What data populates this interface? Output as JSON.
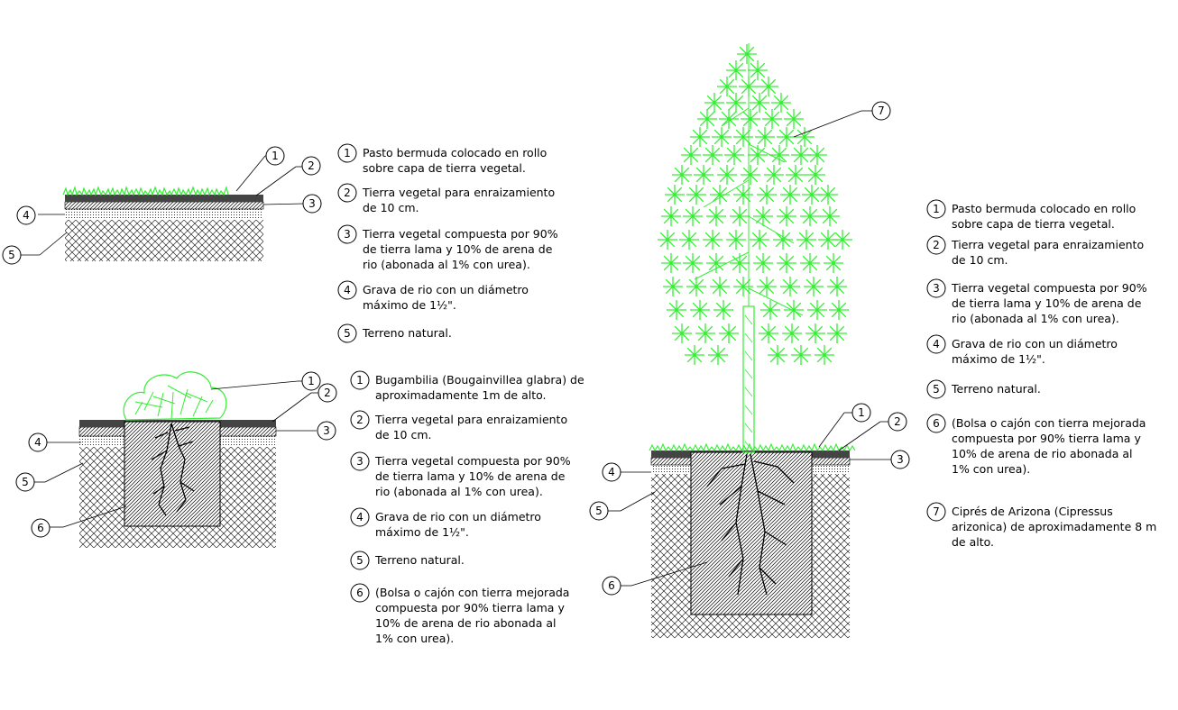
{
  "colors": {
    "vegetation": "#33ee33",
    "ink": "#000000",
    "background": "#ffffff"
  },
  "detail_a": {
    "callouts": [
      "1",
      "2",
      "3",
      "4",
      "5"
    ],
    "legend": [
      {
        "num": "1",
        "lines": [
          "Pasto bermuda colocado en rollo",
          "sobre capa de tierra vegetal."
        ]
      },
      {
        "num": "2",
        "lines": [
          "Tierra vegetal para enraizamiento",
          "de 10 cm."
        ]
      },
      {
        "num": "3",
        "lines": [
          "Tierra vegetal compuesta por 90%",
          "de tierra lama y 10% de arena de",
          "rio (abonada al 1% con urea)."
        ]
      },
      {
        "num": "4",
        "lines": [
          "Grava de rio con un diámetro",
          "máximo de 1½\"."
        ]
      },
      {
        "num": "5",
        "lines": [
          "Terreno natural."
        ]
      }
    ]
  },
  "detail_b": {
    "callouts": [
      "1",
      "2",
      "3",
      "4",
      "5",
      "6"
    ],
    "legend": [
      {
        "num": "1",
        "lines": [
          "Bugambilia (Bougainvillea glabra) de",
          "aproximadamente 1m de alto."
        ]
      },
      {
        "num": "2",
        "lines": [
          "Tierra vegetal para enraizamiento",
          "de 10 cm."
        ]
      },
      {
        "num": "3",
        "lines": [
          "Tierra vegetal compuesta por 90%",
          "de tierra lama y 10% de arena de",
          "rio (abonada al 1% con urea)."
        ]
      },
      {
        "num": "4",
        "lines": [
          "Grava de rio con un diámetro",
          "máximo de 1½\"."
        ]
      },
      {
        "num": "5",
        "lines": [
          "Terreno natural."
        ]
      },
      {
        "num": "6",
        "lines": [
          "(Bolsa o cajón con tierra mejorada",
          "compuesta por 90% tierra lama y",
          "10% de arena de rio abonada al",
          "1% con urea)."
        ]
      }
    ]
  },
  "detail_c": {
    "callouts": [
      "1",
      "2",
      "3",
      "4",
      "5",
      "6",
      "7"
    ],
    "legend": [
      {
        "num": "1",
        "lines": [
          "Pasto bermuda colocado en rollo",
          "sobre capa de tierra vegetal."
        ]
      },
      {
        "num": "2",
        "lines": [
          "Tierra vegetal para enraizamiento",
          "de 10 cm."
        ]
      },
      {
        "num": "3",
        "lines": [
          "Tierra vegetal compuesta por 90%",
          "de tierra lama y 10% de arena de",
          "rio (abonada al 1% con urea)."
        ]
      },
      {
        "num": "4",
        "lines": [
          "Grava de rio con un diámetro",
          "máximo de 1½\"."
        ]
      },
      {
        "num": "5",
        "lines": [
          "Terreno natural."
        ]
      },
      {
        "num": "6",
        "lines": [
          "(Bolsa o cajón con tierra mejorada",
          "compuesta por 90% tierra lama y",
          "10% de arena de rio abonada al",
          "1% con urea)."
        ]
      },
      {
        "num": "7",
        "lines": [
          "Ciprés de Arizona (Cipressus",
          "arizonica) de aproximadamente 8 m",
          "de alto."
        ]
      }
    ]
  }
}
